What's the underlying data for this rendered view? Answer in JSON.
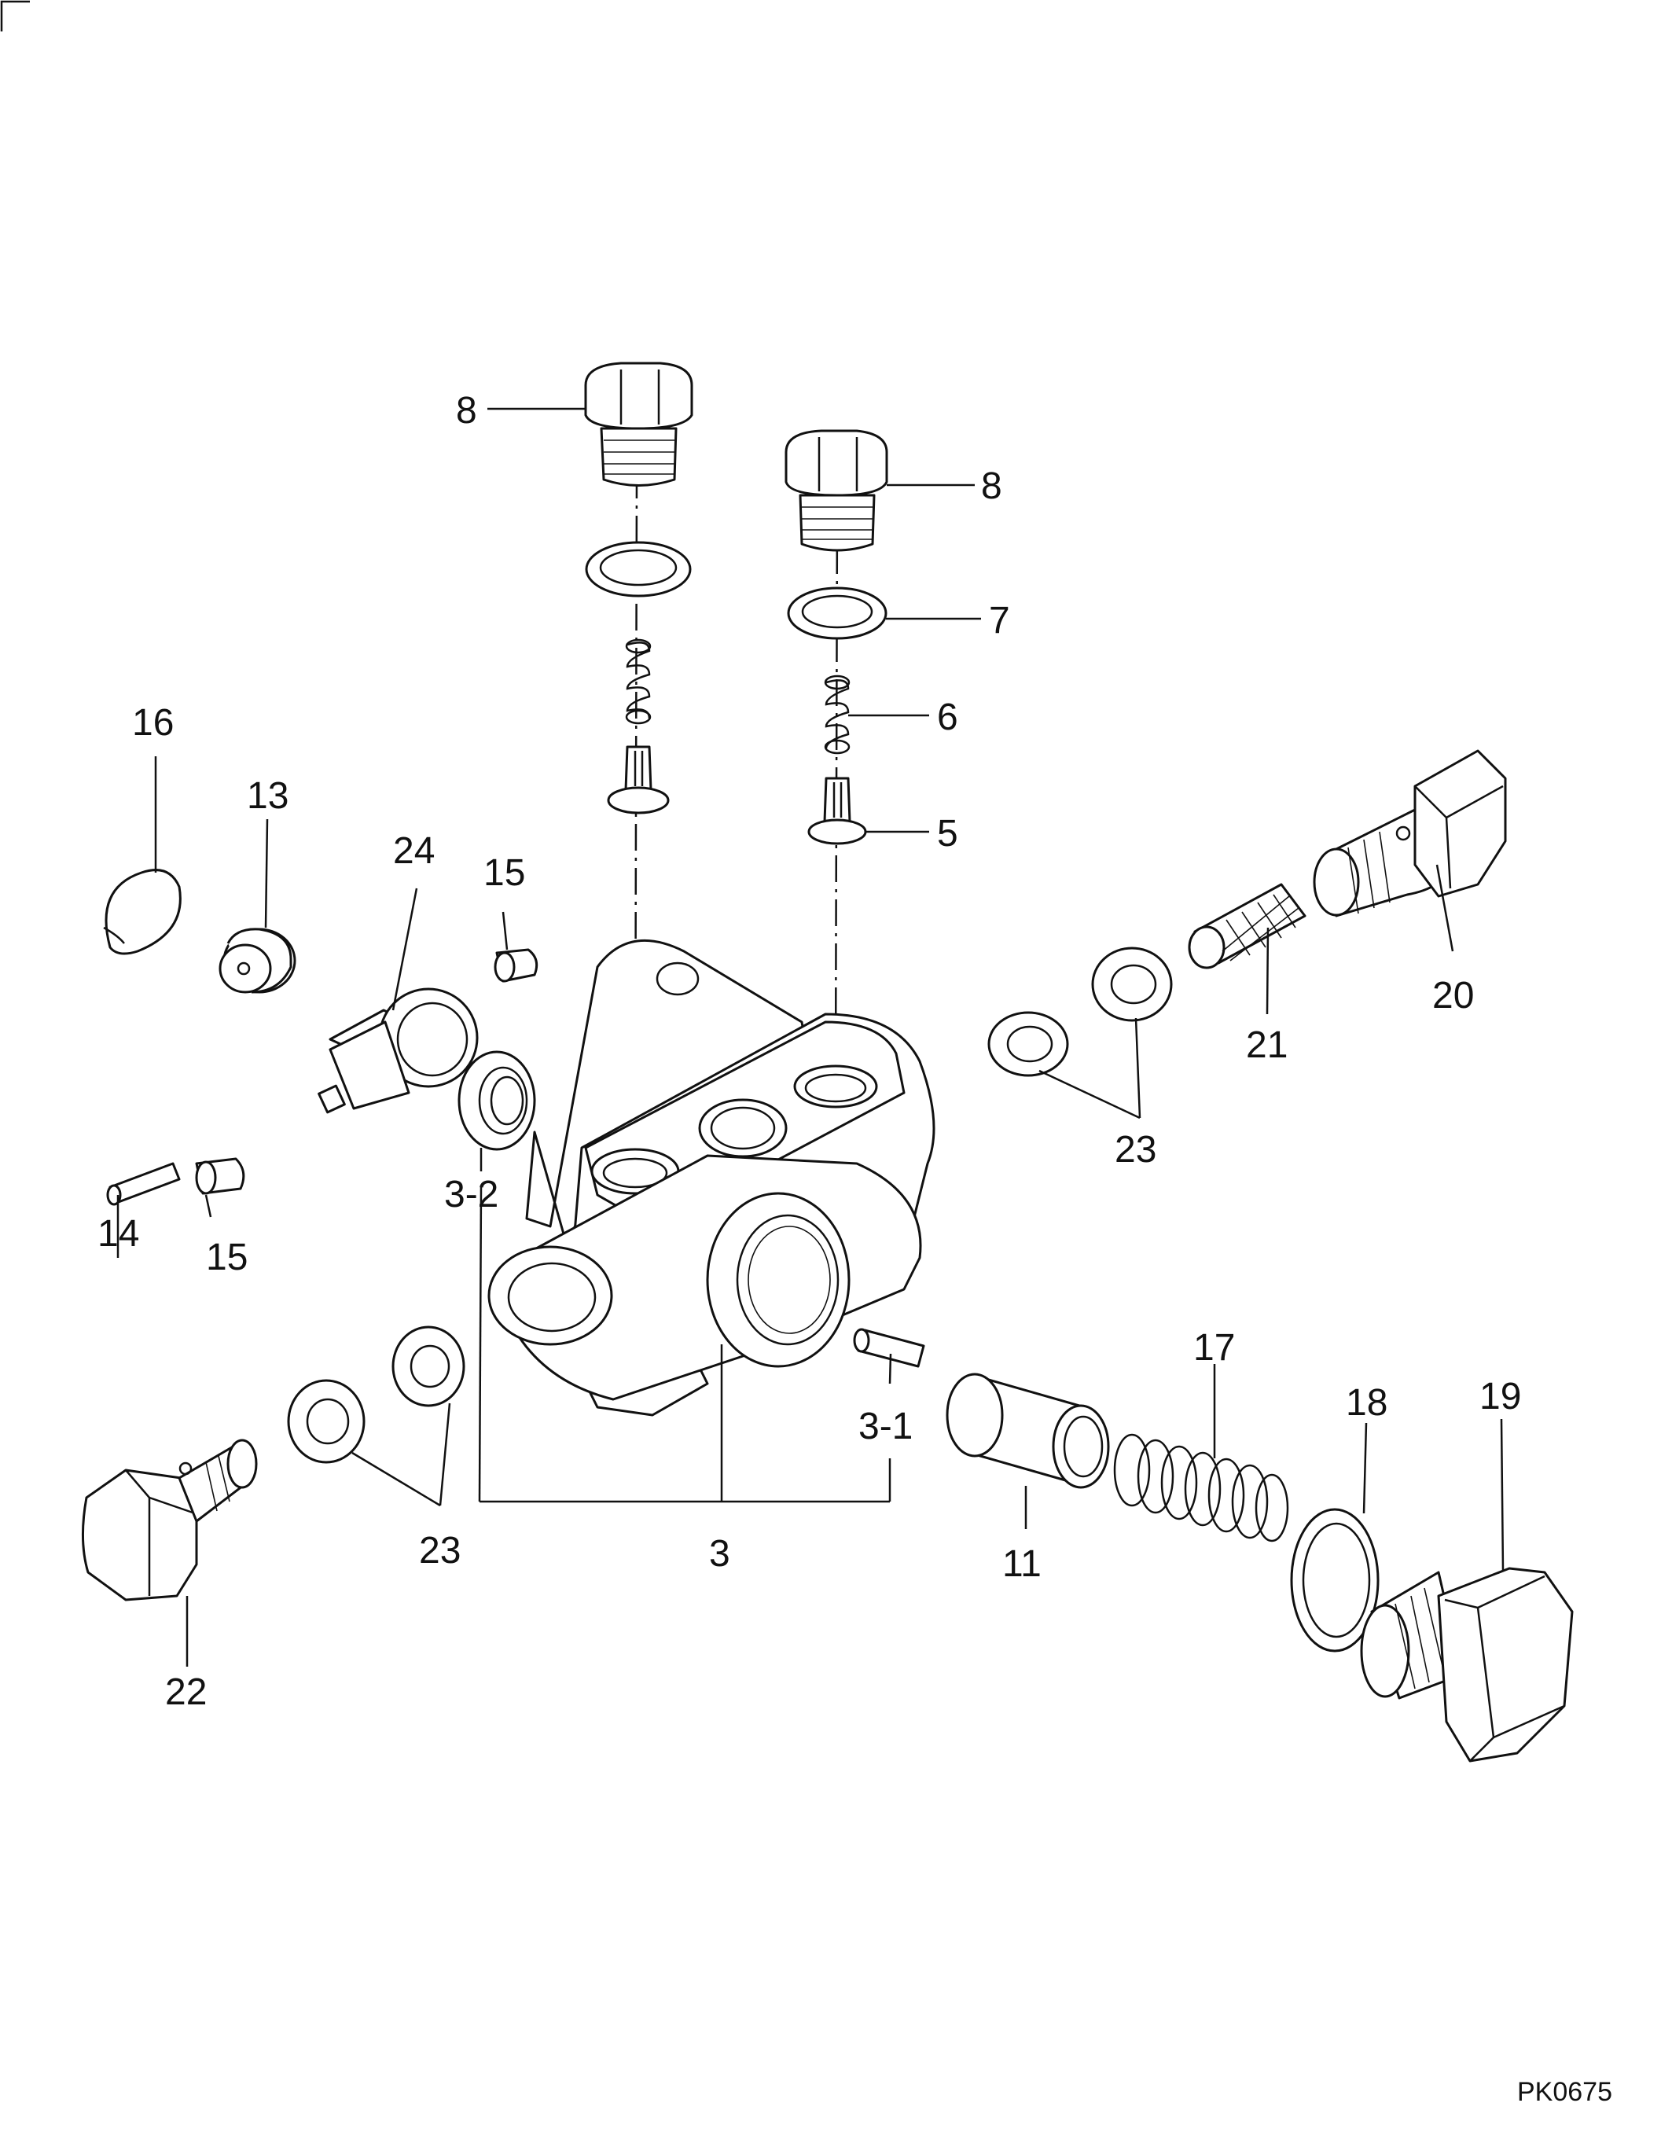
{
  "drawing_code": "PK0675",
  "callouts": {
    "c8a": "8",
    "c8b": "8",
    "c7": "7",
    "c6": "6",
    "c5": "5",
    "c16": "16",
    "c13": "13",
    "c24": "24",
    "c15a": "15",
    "c14": "14",
    "c15b": "15",
    "c3_2": "3-2",
    "c20": "20",
    "c21": "21",
    "c23a": "23",
    "c3_1": "3-1",
    "c17": "17",
    "c18": "18",
    "c19": "19",
    "c11": "11",
    "c3": "3",
    "c23b": "23",
    "c22": "22"
  }
}
